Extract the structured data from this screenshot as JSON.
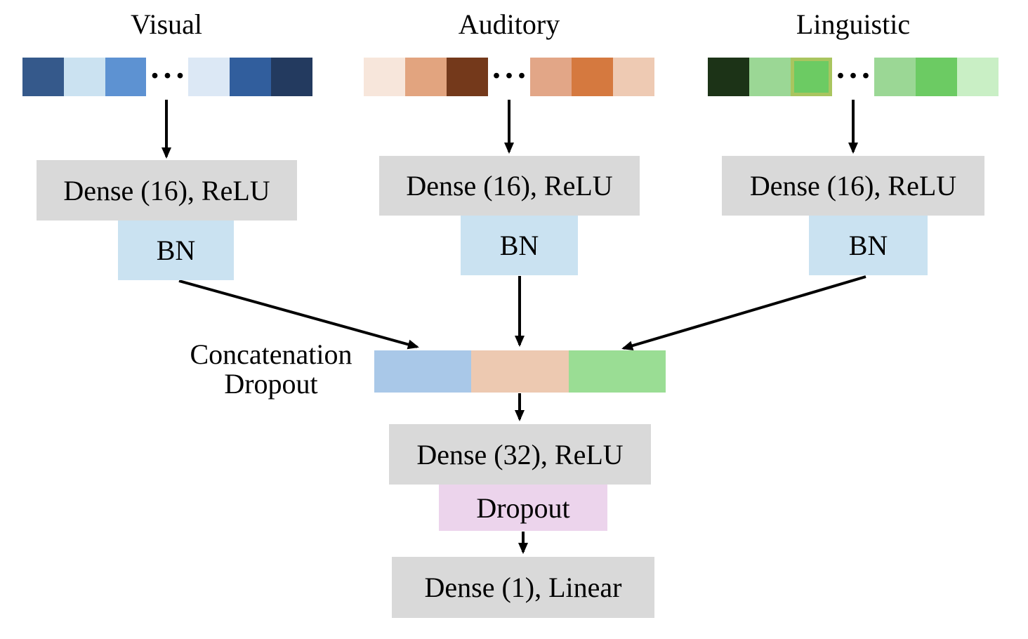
{
  "figure": {
    "type": "neural-network-architecture-diagram",
    "background": "#ffffff"
  },
  "colors": {
    "layer_box_gray": "#D9D9D9",
    "bn_box_blue": "#CAE2F1",
    "dropout_box_pink": "#ECD4EC",
    "arrow_black": "#000000",
    "text_black": "#000000",
    "linguistic_highlight_border": "#A9C55F"
  },
  "columns": [
    {
      "title": "Visual",
      "dense_label": "Dense (16), ReLU",
      "bn_label": "BN",
      "dots": "...",
      "cells_left": [
        {
          "color": "#35598B"
        },
        {
          "color": "#CBE2F1"
        },
        {
          "color": "#5D92D2"
        }
      ],
      "cells_right": [
        {
          "color": "#DCE8F5"
        },
        {
          "color": "#315E9D"
        },
        {
          "color": "#233A5F"
        }
      ]
    },
    {
      "title": "Auditory",
      "dense_label": "Dense (16), ReLU",
      "bn_label": "BN",
      "dots": "...",
      "cells_left": [
        {
          "color": "#F7E6DB"
        },
        {
          "color": "#E2A47F"
        },
        {
          "color": "#74391B"
        }
      ],
      "cells_right": [
        {
          "color": "#E2A687"
        },
        {
          "color": "#D5793F"
        },
        {
          "color": "#EECAB3"
        }
      ]
    },
    {
      "title": "Linguistic",
      "dense_label": "Dense (16), ReLU",
      "bn_label": "BN",
      "dots": "...",
      "cells_left": [
        {
          "color": "#1C3317"
        },
        {
          "color": "#9BD795"
        },
        {
          "color": "#6CCB63",
          "border": "#A9C55F"
        }
      ],
      "cells_right": [
        {
          "color": "#9BD795"
        },
        {
          "color": "#6CCB63"
        },
        {
          "color": "#C9EFC5"
        }
      ]
    }
  ],
  "concat": {
    "label_lines": [
      "Concatenation",
      "Dropout"
    ],
    "segments": [
      {
        "name": "visual",
        "color": "#A9C8E8"
      },
      {
        "name": "auditory",
        "color": "#EDC9B1"
      },
      {
        "name": "linguistic",
        "color": "#9ADD94"
      }
    ]
  },
  "output_stack": {
    "dense32_label": "Dense (32), ReLU",
    "dropout_label": "Dropout",
    "dense1_label": "Dense (1), Linear"
  }
}
